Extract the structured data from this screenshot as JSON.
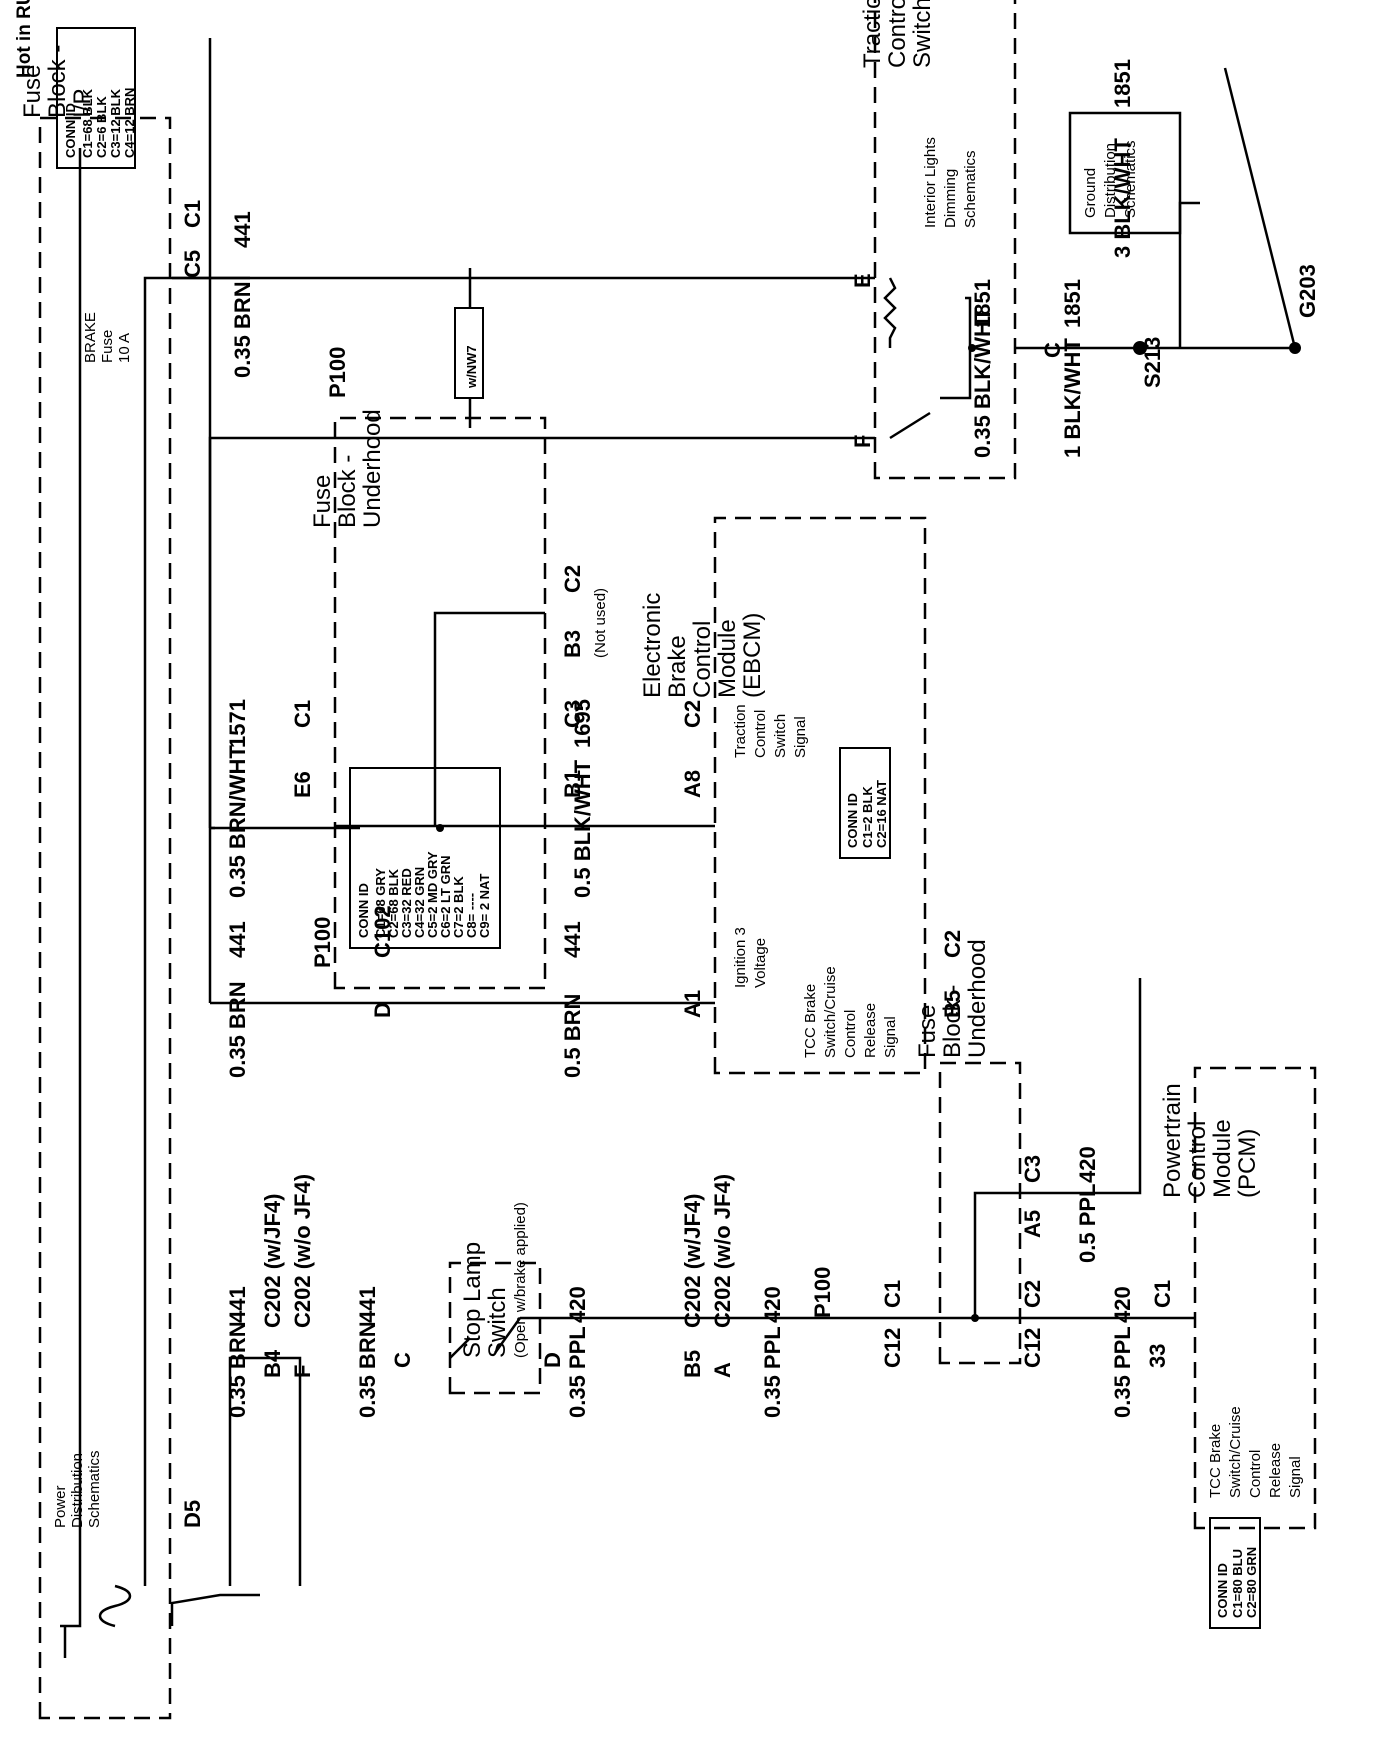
{
  "hot_label": "Hot in RUN",
  "fuse": {
    "name": "BRAKE",
    "type": "Fuse",
    "rating": "10 A"
  },
  "power_dist": [
    "Power",
    "Distribution",
    "Schematics"
  ],
  "ground_dist": [
    "Ground",
    "Distribution",
    "Schematics"
  ],
  "interior_lights": [
    "Interior Lights",
    "Dimming",
    "Schematics"
  ],
  "components": {
    "fuse_block_ip": [
      "Fuse",
      "Block -",
      "I/P"
    ],
    "fuse_block_uh1": [
      "Fuse",
      "Block -",
      "Underhood"
    ],
    "fuse_block_uh2": [
      "Fuse",
      "Block -",
      "Underhood"
    ],
    "traction_switch": [
      "Traction",
      "Control",
      "Switch"
    ],
    "ebcm": [
      "Electronic",
      "Brake",
      "Control",
      "Module",
      "(EBCM)"
    ],
    "pcm": [
      "Powertrain",
      "Control",
      "Module",
      "(PCM)"
    ],
    "stop_lamp": [
      "Stop Lamp",
      "Switch"
    ],
    "stop_lamp_note": "(Open w/brake applied)"
  },
  "conn_tables": {
    "fuse_ip": {
      "title": "CONN ID",
      "rows": [
        "C1=68 BLK",
        "C2=6 BLK",
        "C3=12 BLK",
        "C4=12 BRN"
      ]
    },
    "fuse_uh": {
      "title": "CONN ID",
      "rows": [
        "C1=68 GRY",
        "C2=68 BLK",
        "C3=32 RED",
        "C4=32 GRN",
        "C5=2 MD GRY",
        "C6=2 LT GRN",
        "C7=2 BLK",
        "C8= ----",
        "C9= 2 NAT"
      ]
    },
    "ebcm": {
      "title": "CONN ID",
      "rows": [
        "C1=2 BLK",
        "C2=16 NAT"
      ]
    },
    "pcm": {
      "title": "CONN ID",
      "rows": [
        "C1=80 BLU",
        "C2=80 GRN"
      ]
    }
  },
  "ebcm_signals": {
    "traction": [
      "Traction",
      "Control",
      "Switch",
      "Signal"
    ],
    "ignition": [
      "Ignition 3",
      "Voltage"
    ],
    "tcc": [
      "TCC Brake",
      "Switch/Cruise",
      "Control",
      "Release",
      "Signal"
    ]
  },
  "pcm_signal": [
    "TCC Brake",
    "Switch/Cruise",
    "Control",
    "Release",
    "Signal"
  ],
  "option_tag": "w/NW7",
  "wires": {
    "w441": "441",
    "w1571": "1571",
    "w1695": "1695",
    "w1851": "1851",
    "w420": "420",
    "w33": "33",
    "brn035": "0.35 BRN",
    "brnwht035": "0.35 BRN/WHT",
    "blkwht05": "0.5 BLK/WHT",
    "brn05": "0.5 BRN",
    "ppl035": "0.35 PPL",
    "ppl05": "0.5 PPL",
    "blkwht035": "0.35 BLK/WHT",
    "blkwht1": "1 BLK/WHT",
    "blkwht3": "3 BLK/WHT"
  },
  "pins": {
    "C1": "C1",
    "C2": "C2",
    "C3": "C3",
    "C5": "C5",
    "C12": "C12",
    "C102": "C102",
    "P100": "P100",
    "E": "E",
    "F": "F",
    "C": "C",
    "D": "D",
    "D5": "D5",
    "E6": "E6",
    "B1": "B1",
    "B3": "B3",
    "B4": "B4",
    "B5": "B5",
    "A": "A",
    "A1": "A1",
    "A5": "A5",
    "A8": "A8",
    "S213": "S213",
    "G203": "G203",
    "not_used": "(Not used)",
    "C202_wjf4": "C202 (w/JF4)",
    "C202_wojf4": "C202 (w/o JF4)"
  }
}
